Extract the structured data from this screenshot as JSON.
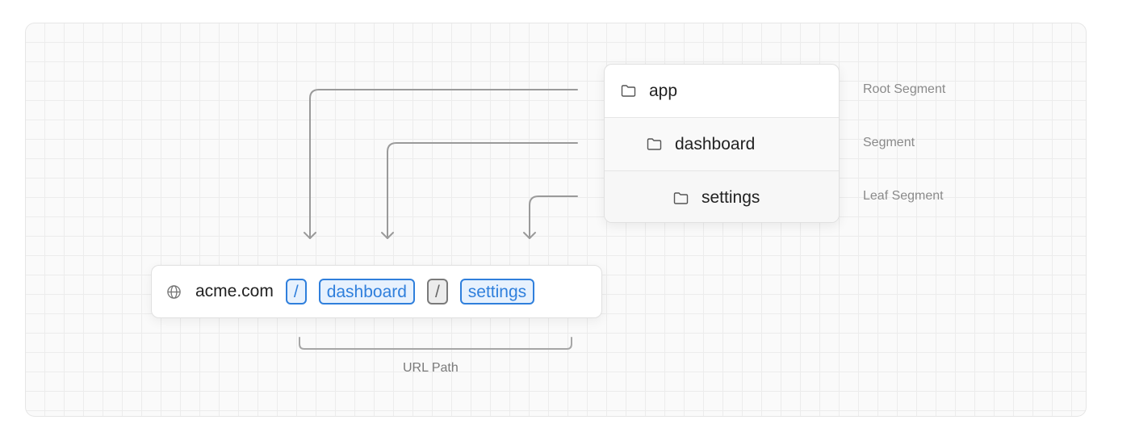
{
  "tree": {
    "rows": [
      {
        "name": "app",
        "label": "Root Segment"
      },
      {
        "name": "dashboard",
        "label": "Segment"
      },
      {
        "name": "settings",
        "label": "Leaf Segment"
      }
    ]
  },
  "url": {
    "domain": "acme.com",
    "parts": [
      "/",
      "dashboard",
      "/",
      "settings"
    ],
    "caption": "URL Path"
  },
  "colors": {
    "accent": "#2f7fdc",
    "connector": "#9a9a9a"
  }
}
